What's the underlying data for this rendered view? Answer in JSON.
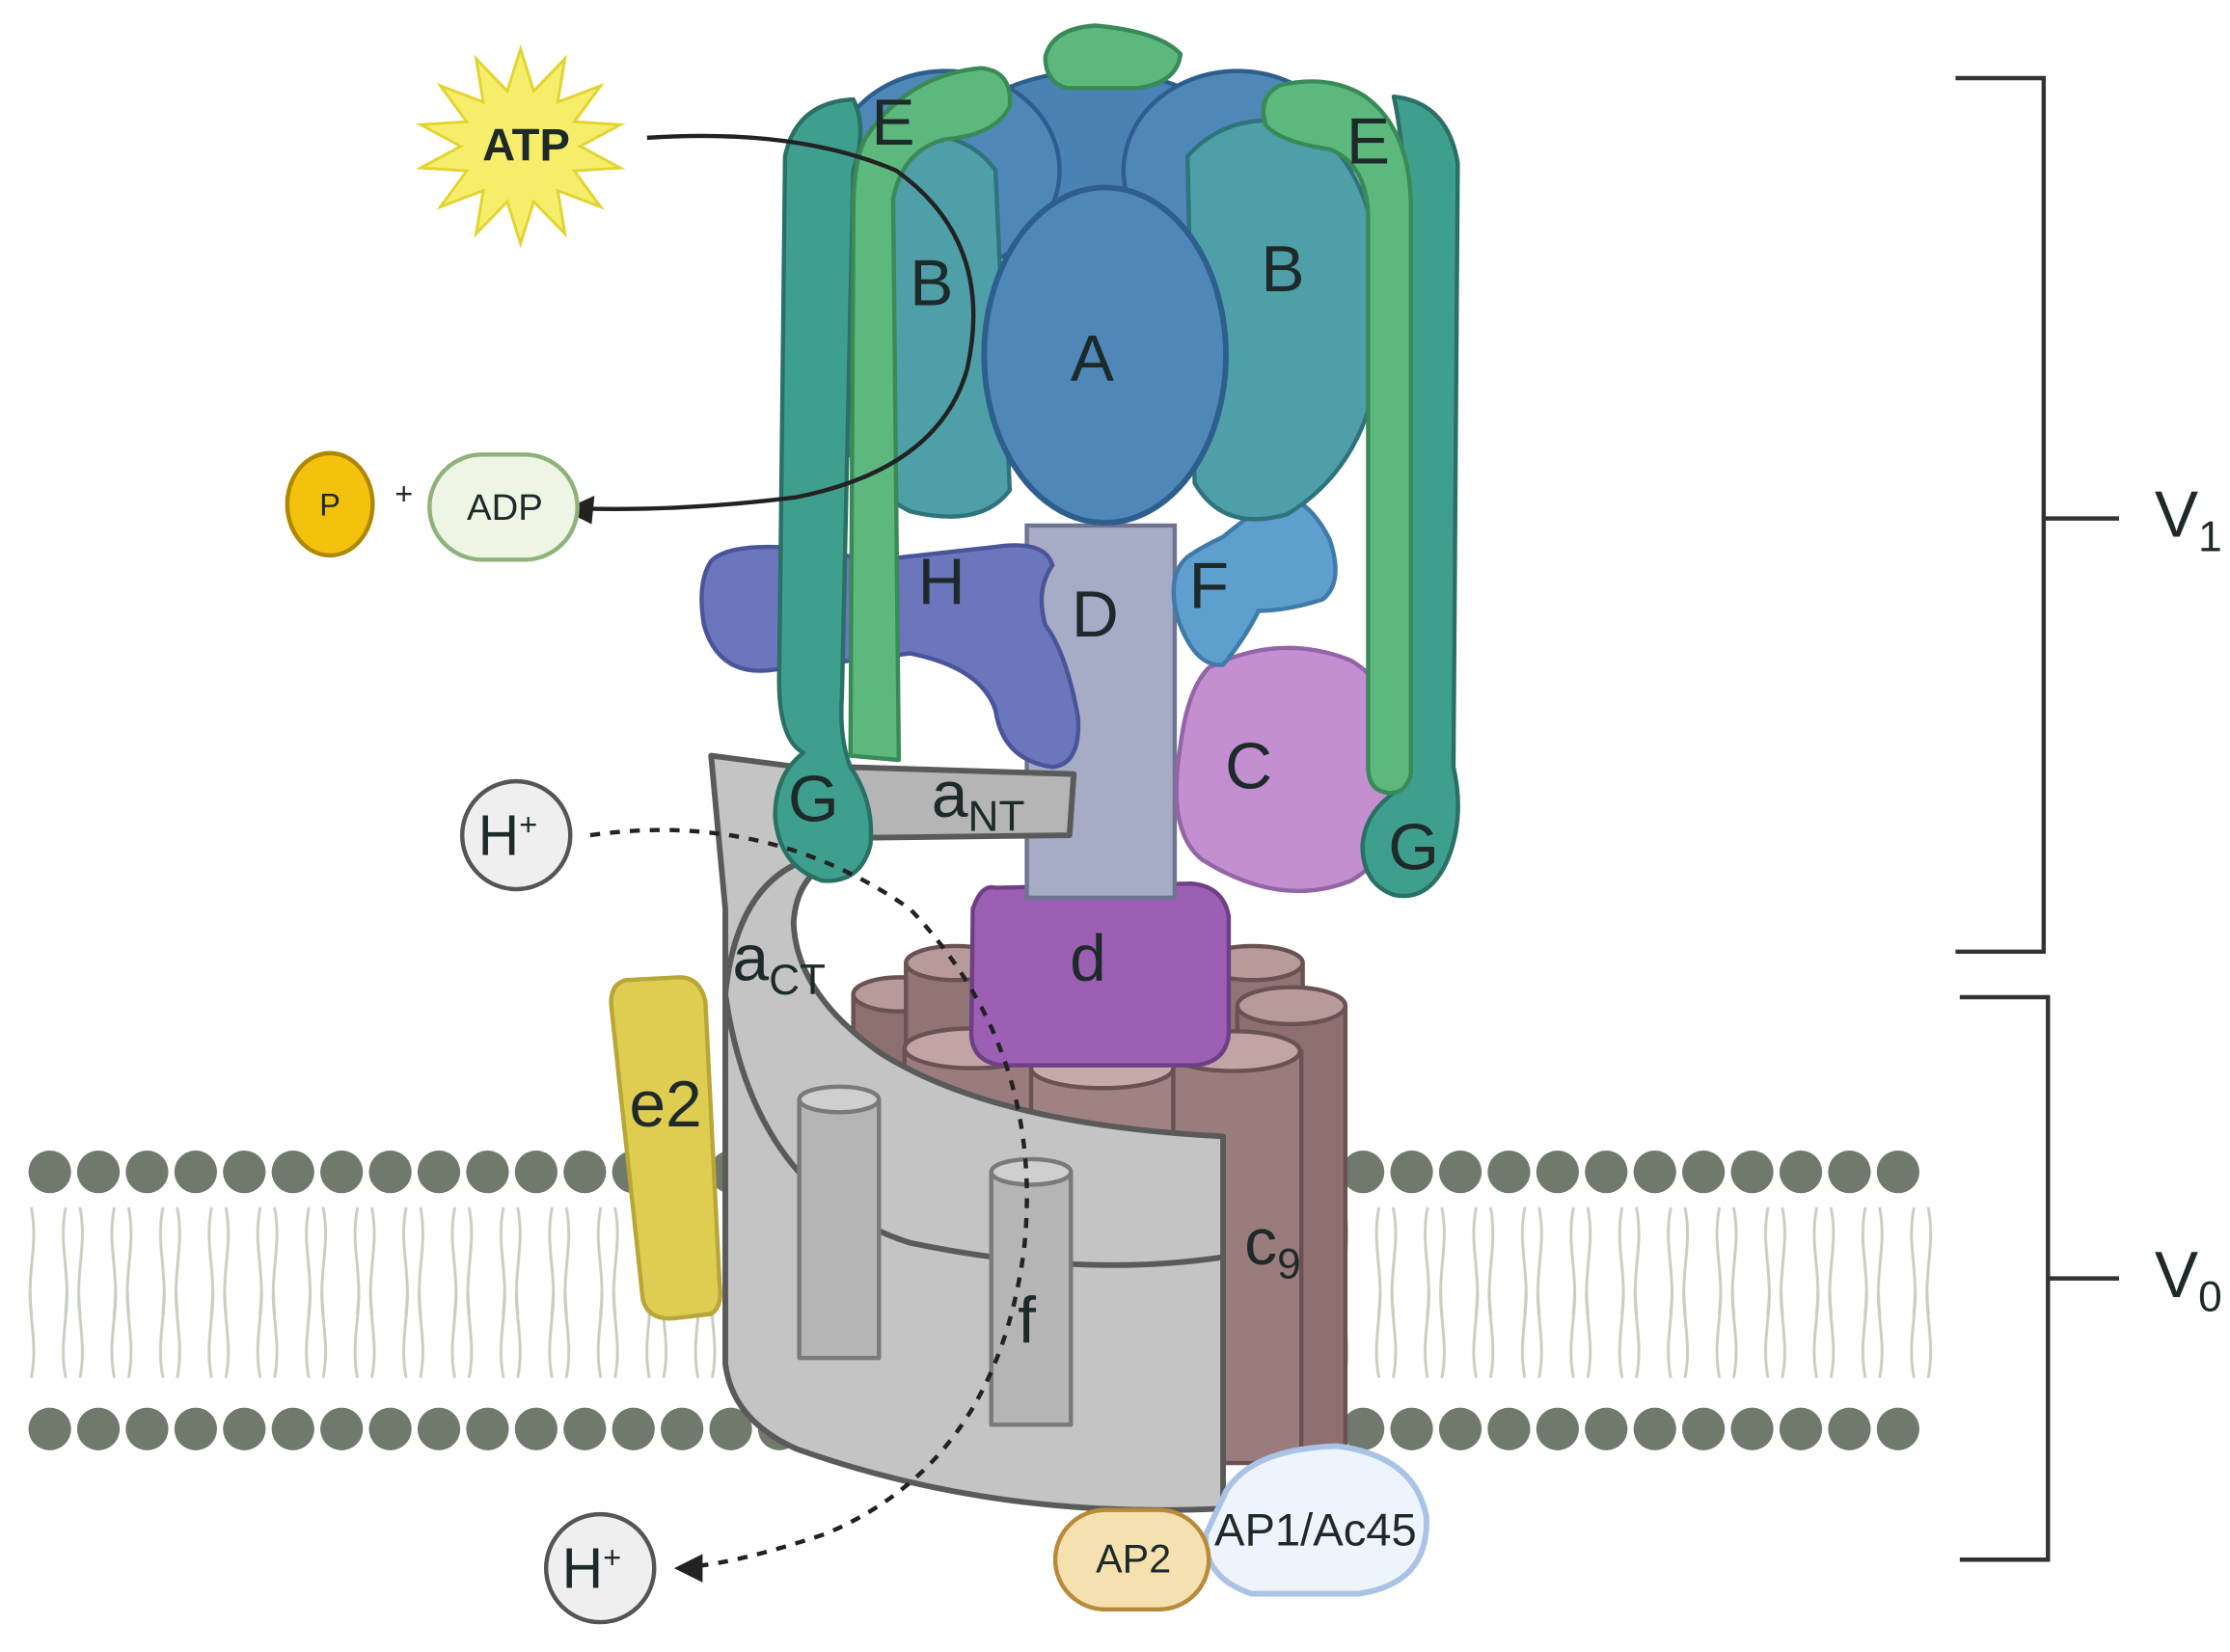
{
  "labels": {
    "atp": "ATP",
    "phosphate": "P",
    "plus": "+",
    "adp": "ADP",
    "subunit_A": "A",
    "subunit_B_left": "B",
    "subunit_B_right": "B",
    "subunit_E_left": "E",
    "subunit_E_right": "E",
    "subunit_H": "H",
    "subunit_D": "D",
    "subunit_F": "F",
    "subunit_C": "C",
    "subunit_G_left": "G",
    "subunit_G_right": "G",
    "a_nt_main": "a",
    "a_nt_sub": "NT",
    "a_ct_main": "a",
    "a_ct_sub": "CT",
    "subunit_d": "d",
    "subunit_e2": "e2",
    "c_ring_main": "c",
    "c_ring_sub": "9",
    "subunit_f": "f",
    "proton_top_main": "H",
    "proton_top_sup": "+",
    "proton_bottom_main": "H",
    "proton_bottom_sup": "+",
    "ap2": "AP2",
    "ap1": "AP1/Ac45",
    "v1_main": "V",
    "v1_sub": "1",
    "v0_main": "V",
    "v0_sub": "0"
  },
  "colors": {
    "atp_fill": "#f6ee6a",
    "phosphate_fill": "#f2c20c",
    "adp_fill": "#eef5e4",
    "subunit_A": "#4f88b8",
    "subunit_B": "#4e9fa8",
    "stalk_E": "#5db87e",
    "stalk_G": "#3f9f8f",
    "subunit_H": "#6b76bd",
    "subunit_D": "#a6acc5",
    "subunit_F": "#5f9fd0",
    "subunit_C": "#c48fd1",
    "subunit_d": "#9d5fb3",
    "a_subunit": "#c4c4c4",
    "c_ring": "#9b7c7c",
    "subunit_e2": "#dfcd52",
    "membrane_head": "#6f7a6c",
    "ap2_fill": "#f5e0b0",
    "ap1_fill": "#eef4fb"
  }
}
